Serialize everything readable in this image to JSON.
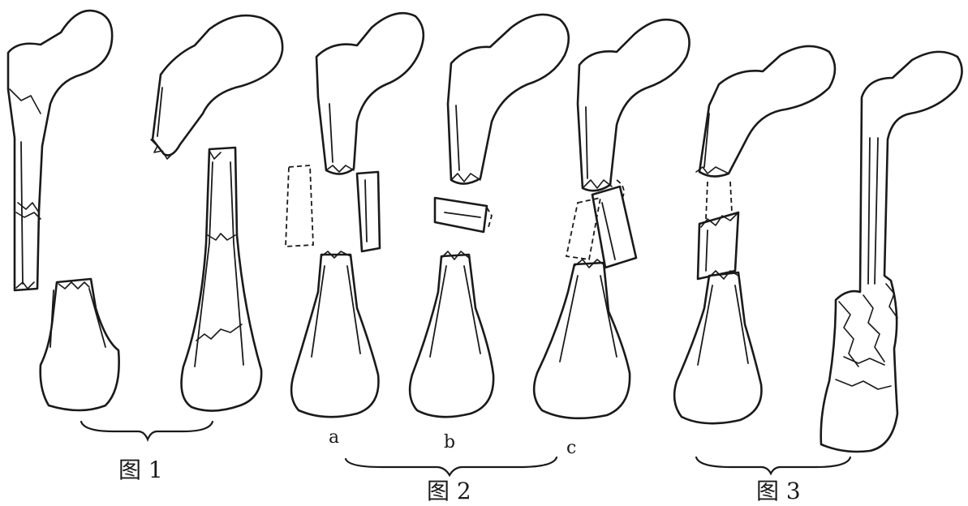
{
  "figures": [
    {
      "caption": "图 1"
    },
    {
      "caption": "图 2",
      "sublabels": [
        "a",
        "b",
        "c"
      ]
    },
    {
      "caption": "图 3"
    }
  ]
}
